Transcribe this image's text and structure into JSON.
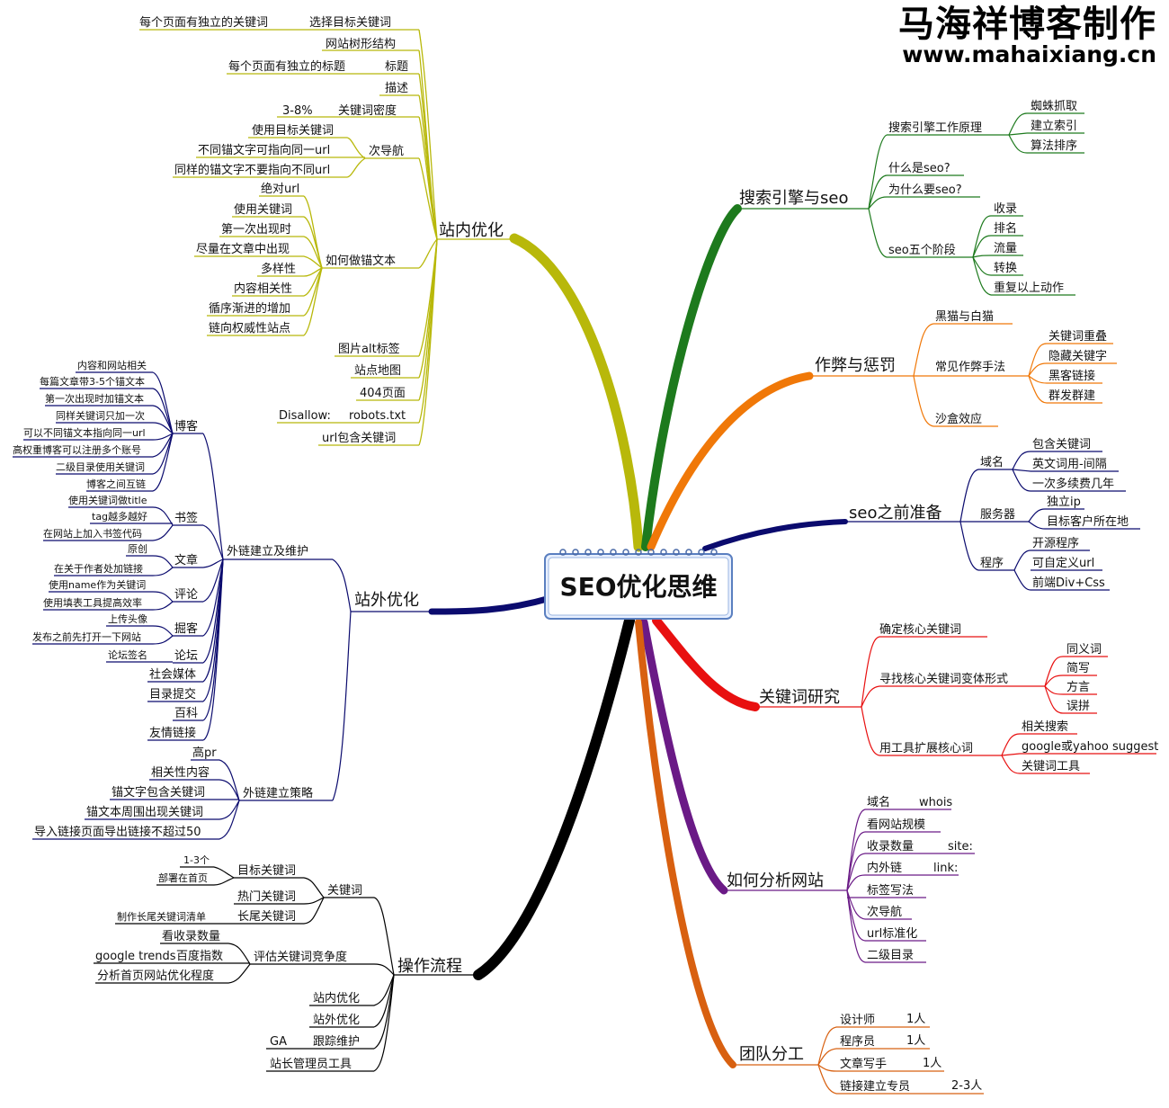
{
  "header": {
    "title": "马海祥博客制作",
    "url": "www.mahaixiang.cn"
  },
  "center": {
    "title": "SEO优化思维"
  },
  "colors": {
    "onpage": "#b8b80a",
    "offpage": "#0b0b6e",
    "workflow": "#000000",
    "search_engine": "#1d7a1d",
    "cheating": "#f07808",
    "preparation": "#0b0b6e",
    "keyword_research": "#e81010",
    "site_analysis": "#6a1a86",
    "team": "#d86010"
  },
  "branches": {
    "onpage": {
      "label": "站内优化",
      "items": {
        "target_kw": "选择目标关键词",
        "target_kw_note": "每个页面有独立的关键词",
        "site_tree": "网站树形结构",
        "title": "标题",
        "title_note": "每个页面有独立的标题",
        "desc": "描述",
        "density": "关键词密度",
        "density_note": "3-8%",
        "subnav": "次导航",
        "subnav_1": "使用目标关键词",
        "subnav_2": "不同锚文字可指向同一url",
        "subnav_3": "同样的锚文字不要指向不同url",
        "anchor": "如何做锚文本",
        "anchor_1": "绝对url",
        "anchor_2": "使用关键词",
        "anchor_3": "第一次出现时",
        "anchor_4": "尽量在文章中出现",
        "anchor_5": "多样性",
        "anchor_6": "内容相关性",
        "anchor_7": "循序渐进的增加",
        "anchor_8": "链向权威性站点",
        "img_alt": "图片alt标签",
        "sitemap": "站点地图",
        "p404": "404页面",
        "robots": "robots.txt",
        "robots_note": "Disallow:",
        "url_kw": "url包含关键词"
      }
    },
    "offpage": {
      "label": "站外优化",
      "build": "外链建立及维护",
      "blog": "博客",
      "blog_1": "内容和网站相关",
      "blog_2": "每篇文章带3-5个锚文本",
      "blog_3": "第一次出现时加锚文本",
      "blog_4": "同样关键词只加一次",
      "blog_5": "可以不同锚文本指向同一url",
      "blog_6": "高权重博客可以注册多个账号",
      "blog_7": "二级目录使用关键词",
      "blog_8": "博客之间互链",
      "bookmark": "书签",
      "bookmark_1": "使用关键词做title",
      "bookmark_2": "tag越多越好",
      "bookmark_3": "在网站上加入书签代码",
      "article": "文章",
      "article_1": "原创",
      "article_2": "在关于作者处加链接",
      "comment": "评论",
      "comment_1": "使用name作为关键词",
      "comment_2": "使用填表工具提高效率",
      "digg": "掘客",
      "digg_1": "上传头像",
      "digg_2": "发布之前先打开一下网站",
      "forum": "论坛",
      "forum_1": "论坛签名",
      "social": "社会媒体",
      "directory": "目录提交",
      "wiki": "百科",
      "friend": "友情链接",
      "strategy": "外链建立策略",
      "strategy_1": "高pr",
      "strategy_2": "相关性内容",
      "strategy_3": "锚文字包含关键词",
      "strategy_4": "锚文本周围出现关键词",
      "strategy_5": "导入链接页面导出链接不超过50"
    },
    "workflow": {
      "label": "操作流程",
      "keyword": "关键词",
      "target": "目标关键词",
      "target_1": "1-3个",
      "target_2": "部署在首页",
      "hot": "热门关键词",
      "long": "长尾关键词",
      "long_1": "制作长尾关键词清单",
      "assess": "评估关键词竞争度",
      "assess_1": "看收录数量",
      "assess_2": "百度指数",
      "assess_2_note": "google trends",
      "assess_3": "分析首页网站优化程度",
      "onpage": "站内优化",
      "offpage": "站外优化",
      "track": "跟踪维护",
      "track_note": "GA",
      "webmaster": "站长管理员工具"
    },
    "search_engine": {
      "label": "搜索引擎与seo",
      "principle": "搜索引擎工作原理",
      "principle_1": "蜘蛛抓取",
      "principle_2": "建立索引",
      "principle_3": "算法排序",
      "what": "什么是seo?",
      "why": "为什么要seo?",
      "stages": "seo五个阶段",
      "stage_1": "收录",
      "stage_2": "排名",
      "stage_3": "流量",
      "stage_4": "转换",
      "stage_5": "重复以上动作"
    },
    "cheating": {
      "label": "作弊与惩罚",
      "hats": "黑猫与白猫",
      "methods": "常见作弊手法",
      "method_1": "关键词重叠",
      "method_2": "隐藏关键字",
      "method_3": "黑客链接",
      "method_4": "群发群建",
      "sandbox": "沙盒效应"
    },
    "preparation": {
      "label": "seo之前准备",
      "domain": "域名",
      "domain_1": "包含关键词",
      "domain_2": "英文词用-间隔",
      "domain_3": "一次多续费几年",
      "server": "服务器",
      "server_1": "独立ip",
      "server_2": "目标客户所在地",
      "program": "程序",
      "program_1": "开源程序",
      "program_2": "可自定义url",
      "program_3": "前端Div+Css"
    },
    "keyword_research": {
      "label": "关键词研究",
      "core": "确定核心关键词",
      "variants": "寻找核心关键词变体形式",
      "variant_1": "同义词",
      "variant_2": "简写",
      "variant_3": "方言",
      "variant_4": "误拼",
      "tools": "用工具扩展核心词",
      "tool_1": "相关搜索",
      "tool_2": "google或yahoo suggest",
      "tool_3": "关键词工具"
    },
    "site_analysis": {
      "label": "如何分析网站",
      "domain": "域名",
      "domain_note": "whois",
      "scale": "看网站规模",
      "indexed": "收录数量",
      "indexed_note": "site:",
      "links": "内外链",
      "links_note": "link:",
      "tags": "标签写法",
      "subnav": "次导航",
      "url": "url标准化",
      "subdir": "二级目录"
    },
    "team": {
      "label": "团队分工",
      "designer": "设计师",
      "designer_n": "1人",
      "programmer": "程序员",
      "programmer_n": "1人",
      "writer": "文章写手",
      "writer_n": "1人",
      "linker": "链接建立专员",
      "linker_n": "2-3人"
    }
  }
}
